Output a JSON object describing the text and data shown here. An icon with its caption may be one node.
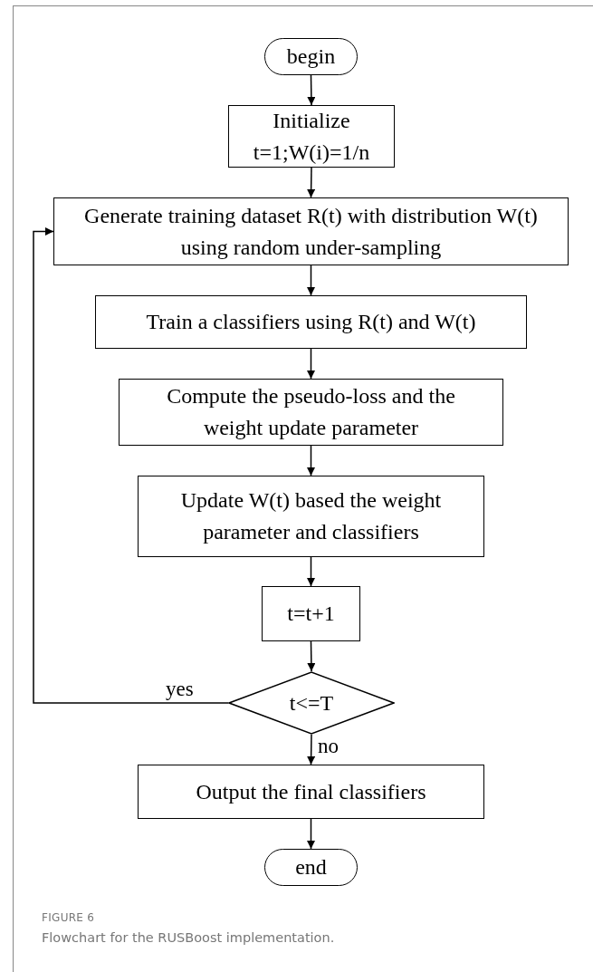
{
  "diagram": {
    "caption": "Flowchart for the RUSBoost implementation.",
    "nodes": [
      {
        "text": [
          "begin"
        ]
      },
      {
        "text": [
          "Initialize t=1;W(i)=1/n"
        ]
      },
      {
        "text": [
          "Generate training dataset R(t) with distribution W(t) using random under-sampling"
        ]
      },
      {
        "text": [
          "Train a classifiers using R(t) and W(t)"
        ]
      },
      {
        "text": [
          "Compute the pseudo-loss and the weight update parameter"
        ]
      },
      {
        "text": [
          "Update W(t) based the weight parameter and classifiers"
        ]
      },
      {
        "text": [
          "t=t+1"
        ]
      },
      {
        "text": [
          "t<=T"
        ]
      },
      {
        "text": [
          "Output the final classifiers"
        ]
      },
      {
        "text": [
          "end"
        ]
      }
    ],
    "edges": [
      {
        "from": 0,
        "to": 1,
        "arrow": "to"
      },
      {
        "from": 1,
        "to": 2,
        "arrow": "to"
      },
      {
        "from": 2,
        "to": 3,
        "arrow": "to"
      },
      {
        "from": 3,
        "to": 4,
        "arrow": "to"
      },
      {
        "from": 4,
        "to": 5,
        "arrow": "to"
      },
      {
        "from": 5,
        "to": 6,
        "arrow": "to"
      },
      {
        "from": 6,
        "to": 7,
        "arrow": "to"
      },
      {
        "from": 7,
        "to": 2,
        "arrow": "to",
        "label": "yes"
      },
      {
        "from": 7,
        "to": 8,
        "arrow": "to",
        "label": "no"
      },
      {
        "from": 8,
        "to": 9,
        "arrow": "to"
      }
    ],
    "labels": [
      "FIGURE 6"
    ]
  }
}
